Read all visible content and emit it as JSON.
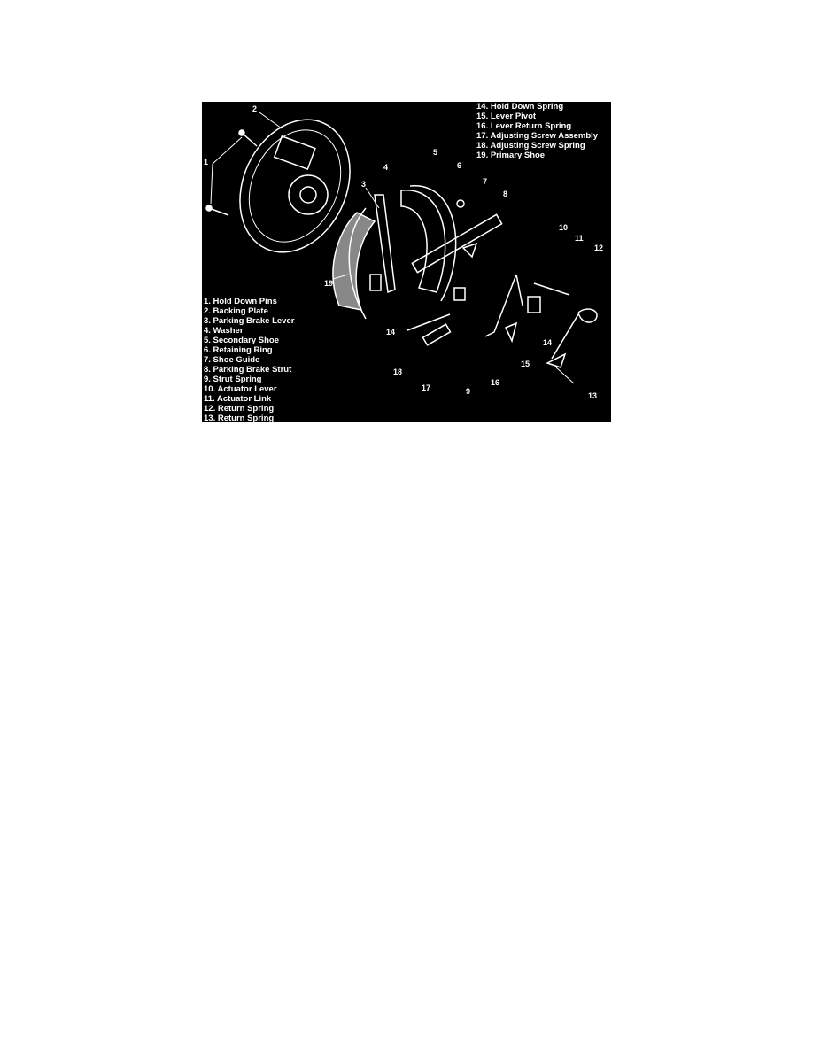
{
  "figure": {
    "legend_left": [
      "1. Hold Down Pins",
      "2. Backing Plate",
      "3. Parking Brake Lever",
      "4. Washer",
      "5. Secondary Shoe",
      "6. Retaining Ring",
      "7. Shoe Guide",
      "8. Parking Brake Strut",
      "9. Strut Spring",
      "10. Actuator Lever",
      "11. Actuator Link",
      "12. Return Spring",
      "13. Return Spring"
    ],
    "legend_right": [
      "14. Hold Down Spring",
      "15. Lever Pivot",
      "16. Lever Return Spring",
      "17. Adjusting Screw Assembly",
      "18. Adjusting Screw Spring",
      "19. Primary Shoe"
    ],
    "callouts": [
      "2",
      "1",
      "3",
      "4",
      "5",
      "6",
      "7",
      "8",
      "10",
      "11",
      "12",
      "19",
      "14",
      "18",
      "17",
      "9",
      "16",
      "15",
      "14",
      "13"
    ]
  }
}
